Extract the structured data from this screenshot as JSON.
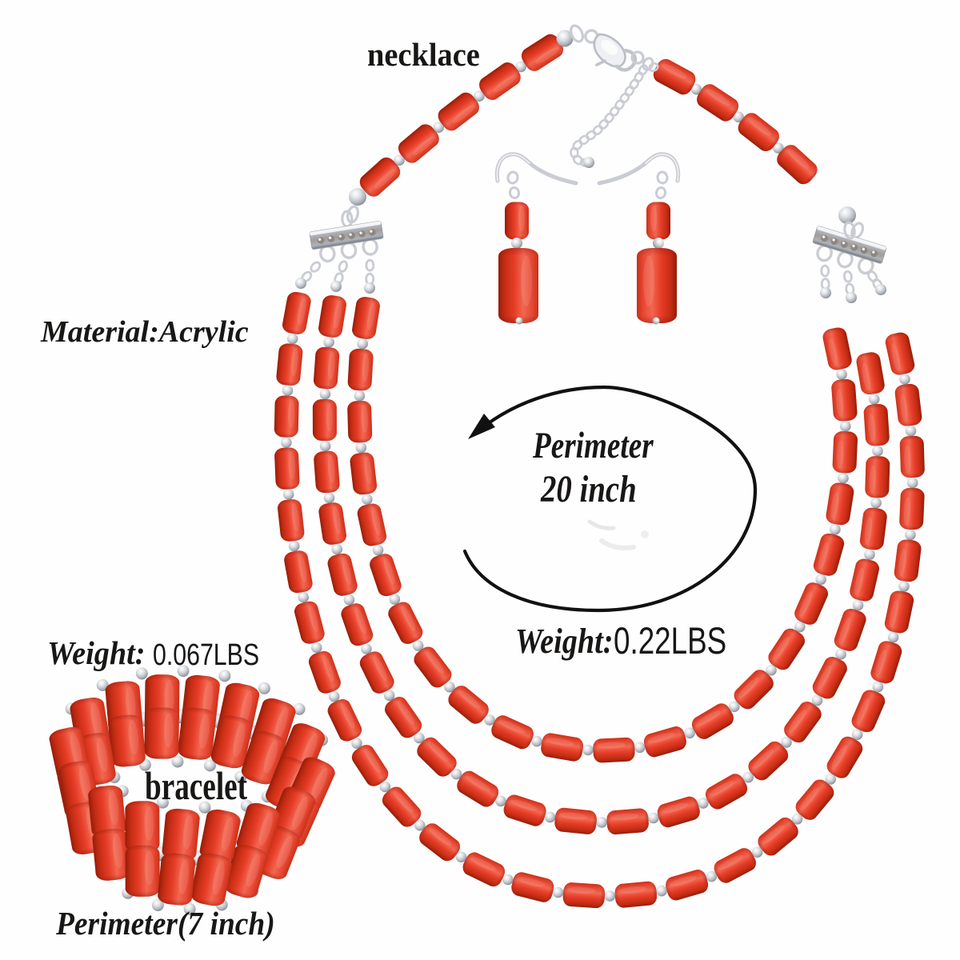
{
  "image_type": "jewelry-product-photo",
  "background": "#fefefe",
  "labels": {
    "necklace": "necklace",
    "material": "Material:Acrylic",
    "perimeter_title": "Perimeter",
    "perimeter_value": "20 inch",
    "necklace_weight_label": "Weight:",
    "necklace_weight_value": "0.22LBS",
    "bracelet_weight_label": "Weight:",
    "bracelet_weight_value": "0.067LBS",
    "bracelet": "bracelet",
    "bracelet_perimeter": "Perimeter(7 inch)"
  },
  "colors": {
    "text": "#181716",
    "arrow": "#111111",
    "bead_stops": [
      "#c93118",
      "#e64733",
      "#f26750",
      "#e63d28",
      "#c52c13",
      "#951d0a"
    ],
    "bead_end_shade": "#7e1406",
    "silver_white": "#ffffff",
    "silver_light": "#dfe2e6",
    "silver_mid": "#aeb3bb",
    "silver_dark": "#70747d",
    "wire": "#caccd3",
    "smudge": "#e9e7e6"
  },
  "items": [
    "necklace",
    "earrings",
    "bracelet"
  ]
}
